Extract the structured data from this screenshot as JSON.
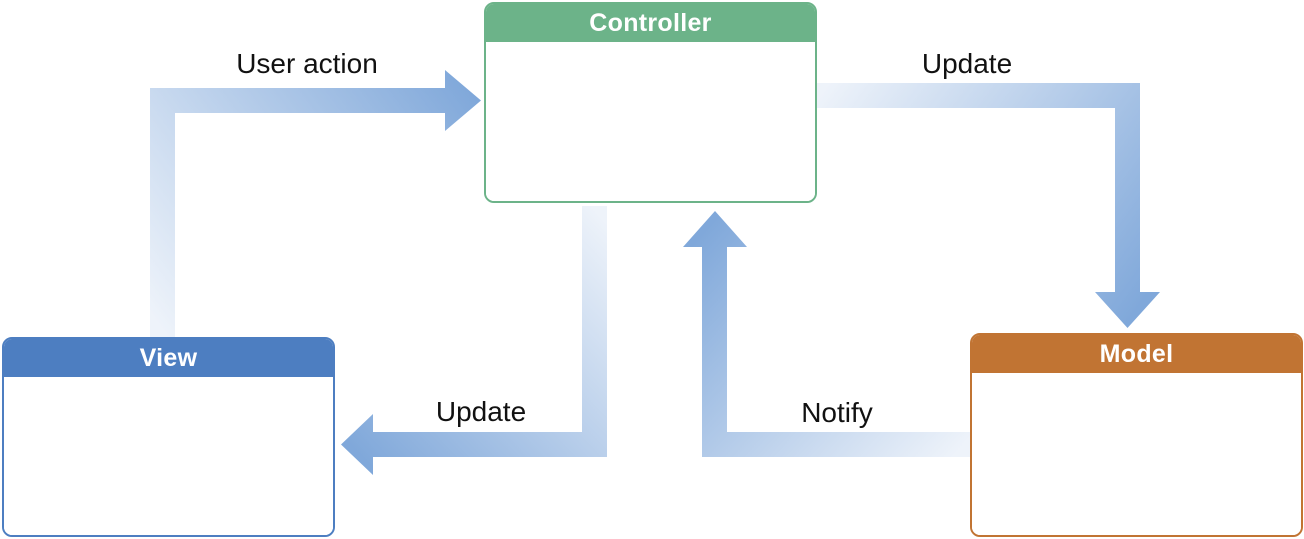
{
  "diagram": {
    "type": "flow-diagram",
    "pattern_name": "Model-View-Controller",
    "colors": {
      "canvas_bg": "#ffffff",
      "green": "#6cb389",
      "blue": "#4d7ec1",
      "orange": "#c17433",
      "arrow_tail": "#eef3fa",
      "arrow_head": "#80a8da",
      "label_color": "#111111",
      "node_bg": "#ffffff"
    },
    "nodes": [
      {
        "id": "controller",
        "label": "Controller",
        "color": "#6cb389",
        "position": "top-center"
      },
      {
        "id": "view",
        "label": "View",
        "color": "#4d7ec1",
        "position": "bottom-left"
      },
      {
        "id": "model",
        "label": "Model",
        "color": "#c17433",
        "position": "bottom-right"
      }
    ],
    "edges": [
      {
        "id": "user-action",
        "label": "User action",
        "from": "view",
        "to": "controller",
        "shape": "up-then-right"
      },
      {
        "id": "update-model",
        "label": "Update",
        "from": "controller",
        "to": "model",
        "shape": "right-then-down"
      },
      {
        "id": "update-view",
        "label": "Update",
        "from": "controller",
        "to": "view",
        "shape": "down-then-left"
      },
      {
        "id": "notify",
        "label": "Notify",
        "from": "model",
        "to": "controller",
        "shape": "left-then-up"
      }
    ]
  }
}
